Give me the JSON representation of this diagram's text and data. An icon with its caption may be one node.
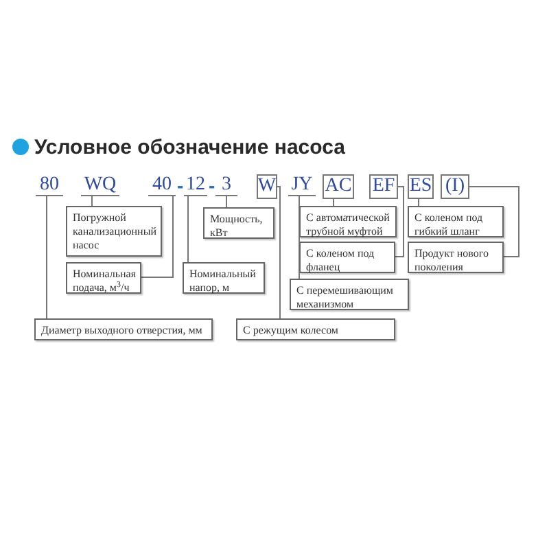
{
  "diagram": {
    "title": "Условное обозначение насоса",
    "nodes": [
      {
        "text": [
          "80"
        ]
      },
      {
        "text": [
          "WQ"
        ]
      },
      {
        "text": [
          "40"
        ]
      },
      {
        "text": [
          "12"
        ]
      },
      {
        "text": [
          "3"
        ]
      },
      {
        "text": [
          "W"
        ]
      },
      {
        "text": [
          "JY"
        ]
      },
      {
        "text": [
          "AC"
        ]
      },
      {
        "text": [
          "EF"
        ]
      },
      {
        "text": [
          "ES"
        ]
      },
      {
        "text": [
          "(I)"
        ]
      },
      {
        "text": [
          "Погружной канализационный насос"
        ]
      },
      {
        "text": [
          "Мощность, кВт"
        ]
      },
      {
        "text": [
          "С автоматической трубной муфтой"
        ]
      },
      {
        "text": [
          "С коленом под гибкий шланг"
        ]
      },
      {
        "text": [
          "С коленом под фланец"
        ]
      },
      {
        "text": [
          "Продукт нового поколения"
        ]
      },
      {
        "text": [
          "Номинальная подача, м$^{3}$/ч"
        ]
      },
      {
        "text": [
          "Номинальный напор, м"
        ]
      },
      {
        "text": [
          "С перемешивающим механизмом"
        ]
      },
      {
        "text": [
          "Диаметр выходного отверстия, мм"
        ]
      },
      {
        "text": [
          "С режущим колесом"
        ]
      }
    ],
    "edges": [
      {
        "from": 0,
        "to": 20,
        "arrow": "none"
      },
      {
        "from": 1,
        "to": 11,
        "arrow": "none"
      },
      {
        "from": 2,
        "to": 17,
        "arrow": "none"
      },
      {
        "from": 3,
        "to": 18,
        "arrow": "none"
      },
      {
        "from": 4,
        "to": 12,
        "arrow": "none"
      },
      {
        "from": 5,
        "to": 21,
        "arrow": "none"
      },
      {
        "from": 6,
        "to": 19,
        "arrow": "none"
      },
      {
        "from": 7,
        "to": 13,
        "arrow": "none"
      },
      {
        "from": 8,
        "to": 15,
        "arrow": "none"
      },
      {
        "from": 9,
        "to": 14,
        "arrow": "none"
      },
      {
        "from": 10,
        "to": 16,
        "arrow": "none"
      }
    ],
    "labels": [
      "-",
      "-"
    ]
  }
}
